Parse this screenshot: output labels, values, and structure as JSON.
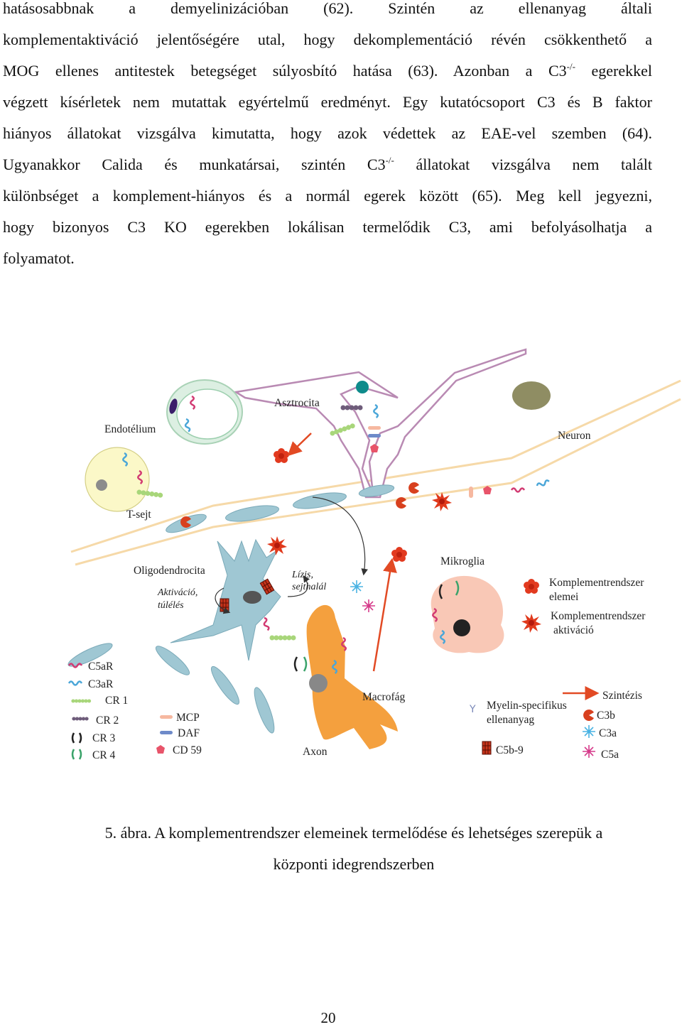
{
  "paragraph": {
    "l1": "hatásosabbnak a demyelinizációban (62). Szintén az ellenanyag általi",
    "l2": "komplementaktiváció jelentőségére utal, hogy dekomplementáció révén csökkenthető a",
    "l3a": "MOG ellenes antitestek betegséget súlyosbító hatása (63). Azonban a C3",
    "l3sup": "-/-",
    "l3b": " egerekkel",
    "l4": "végzett kísérletek nem mutattak egyértelmű eredményt. Egy kutatócsoport C3 és B faktor",
    "l5": "hiányos állatokat vizsgálva kimutatta, hogy azok védettek az EAE-vel szemben (64).",
    "l6a": "Ugyanakkor Calida és munkatársai, szintén C3",
    "l6sup": "-/-",
    "l6b": " állatokat vizsgálva nem talált",
    "l7": "különbséget a komplement-hiányos és a normál egerek között (65). Meg kell jegyezni,",
    "l8": "hogy bizonyos C3 KO egerekben lokálisan termelődik C3, ami befolyásolhatja a",
    "l9": "folyamatot."
  },
  "figure": {
    "labels": {
      "asztrocita": "Asztrocita",
      "endotelium": "Endotélium",
      "neuron": "Neuron",
      "tsejt": "T-sejt",
      "oligodendrocita": "Oligodendrocita",
      "aktivacio": "Aktiváció,",
      "tulelés": "túlélés",
      "lizis": "Lízis,",
      "sejthalal": "sejthalál",
      "mikroglia": "Mikroglia",
      "makrofag": "Macrofág",
      "axon": "Axon"
    },
    "legend_receptors": [
      "C5aR",
      "C3aR",
      "CR 1",
      "CR 2",
      "CR 3",
      "CR 4"
    ],
    "legend_regulators": [
      "MCP",
      "DAF",
      "CD 59"
    ],
    "legend_complement": {
      "elemei_1": "Komplementrendszer",
      "elemei_2": "elemei",
      "aktivacio_1": "Komplementrendszer",
      "aktivacio_2": "aktiváció"
    },
    "legend_products": {
      "szintezis": "Szintézis",
      "c3b": "C3b",
      "c3a": "C3a",
      "c5a": "C5a"
    },
    "legend_antibody_1": "Myelin-specifikus",
    "legend_antibody_2": "ellenanyag",
    "legend_mac": "C5b-9"
  },
  "caption": {
    "line1": "5. ábra. A komplementrendszer elemeinek termelődése és lehetséges szerepük a",
    "line2": "központi idegrendszerben"
  },
  "page_number": "20",
  "colors": {
    "astrocyte_outline": "#b98ab3",
    "endothelium_fill": "#dcefe2",
    "tcell_fill": "#fbf8c8",
    "axon_fill": "#f4a03e",
    "microglia_fill": "#f9c8b6",
    "oligo_fill": "#9fc7d3",
    "neuron_fill": "#8f8d63",
    "vessel_line": "#f6d9a8",
    "complement_red": "#e0391c"
  }
}
